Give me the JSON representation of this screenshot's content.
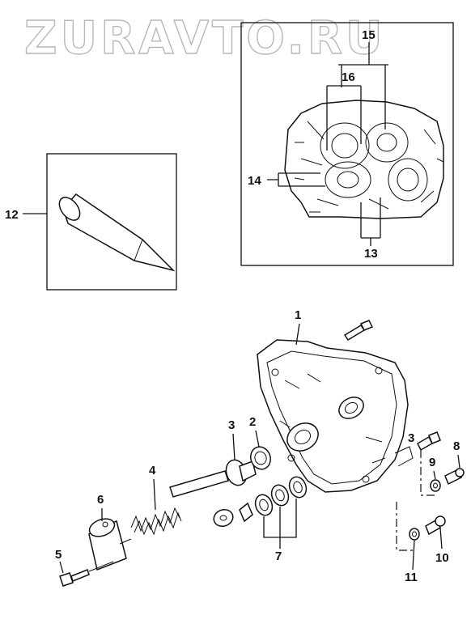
{
  "watermark": "ZURAVTO.RU",
  "callouts": {
    "c1": "1",
    "c2": "2",
    "c3a": "3",
    "c3b": "3",
    "c4": "4",
    "c5": "5",
    "c6": "6",
    "c7": "7",
    "c8": "8",
    "c9": "9",
    "c10": "10",
    "c11": "11",
    "c12": "12",
    "c13": "13",
    "c14": "14",
    "c15": "15",
    "c16": "16"
  },
  "colors": {
    "ink": "#111111",
    "watermark": "#b8b8b8",
    "paper": "#ffffff"
  }
}
